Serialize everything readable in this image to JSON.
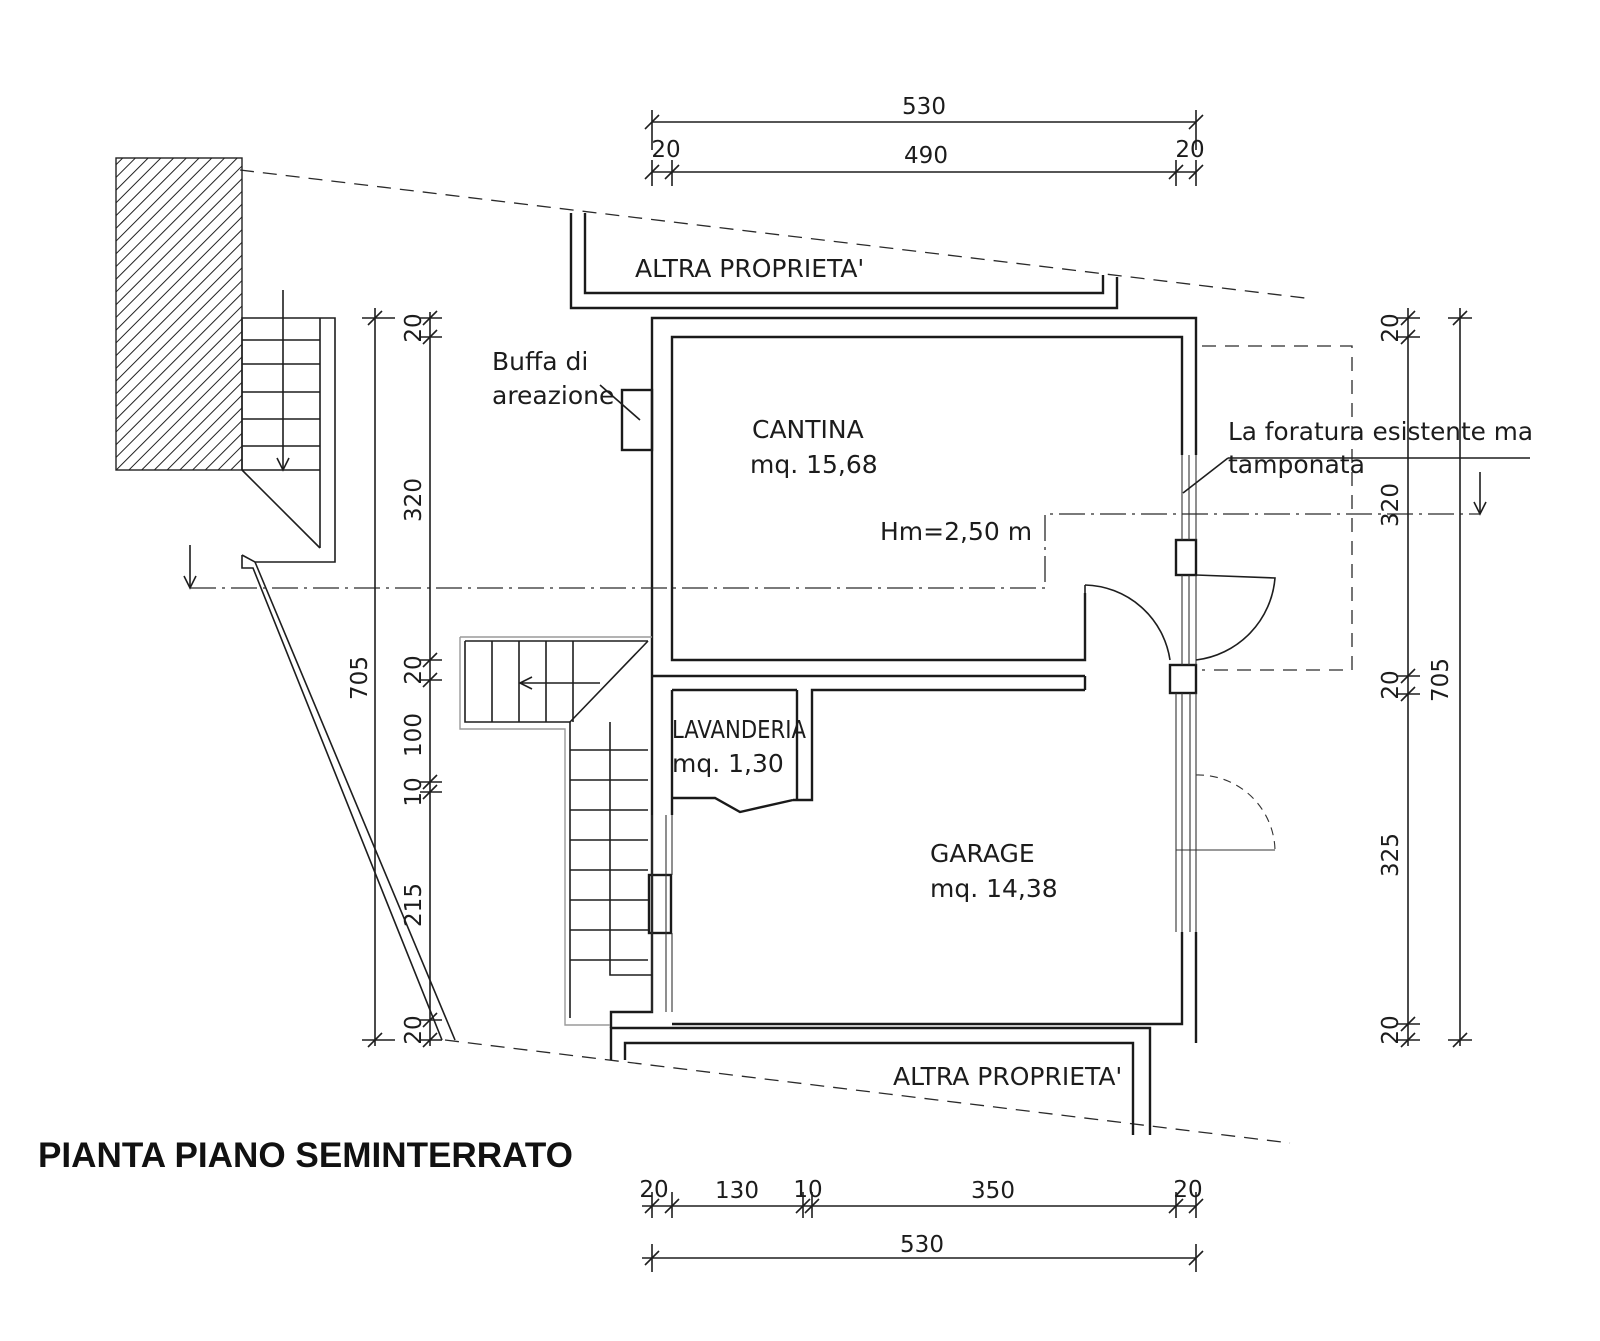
{
  "title": "PIANTA PIANO SEMINTERRATO",
  "rooms": {
    "cantina": {
      "name": "CANTINA",
      "area": "mq. 15,68"
    },
    "lavanderia": {
      "name": "LAVANDERIA",
      "area": "mq. 1,30"
    },
    "garage": {
      "name": "GARAGE",
      "area": "mq. 14,38"
    }
  },
  "height_note": "Hm=2,50 m",
  "notes": {
    "buffa_line1": "Buffa di",
    "buffa_line2": "areazione",
    "foratura_line1": "La foratura esistente ma",
    "foratura_line2": "tamponata"
  },
  "neighbors": {
    "top": "ALTRA PROPRIETA'",
    "bottom": "ALTRA PROPRIETA'"
  },
  "dimensions": {
    "top_overall": "530",
    "top_left": "20",
    "top_mid": "490",
    "top_right": "20",
    "bottom_a": "20",
    "bottom_b": "130",
    "bottom_c": "10",
    "bottom_d": "350",
    "bottom_e": "20",
    "bottom_overall": "530",
    "left_overall": "705",
    "left_a": "20",
    "left_b": "320",
    "left_c": "20",
    "left_d": "100",
    "left_e": "10",
    "left_f": "215",
    "left_g": "20",
    "right_overall": "705",
    "right_a": "20",
    "right_b": "320",
    "right_c": "20",
    "right_d": "325",
    "right_e": "20"
  }
}
